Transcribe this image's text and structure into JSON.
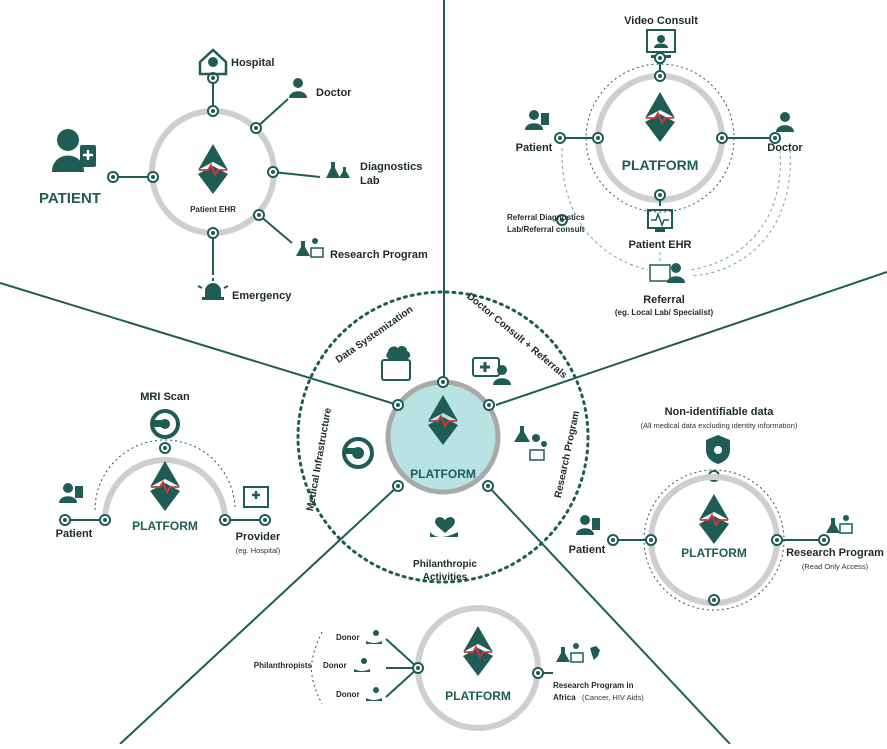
{
  "colors": {
    "teal": "#1f5c55",
    "teal_light": "#b9e3e2",
    "gray_ring": "#cfcfcf",
    "accent_red": "#d9343b",
    "text": "#1e2a2a"
  },
  "center": {
    "platform": "PLATFORM",
    "segments": [
      "Data Systemization",
      "Doctor Consult + Referrals",
      "Research Program",
      "Philanthropic Activities",
      "Medical Infrastructure"
    ],
    "philanthropic_line1": "Philanthropic",
    "philanthropic_line2": "Activities"
  },
  "top_left": {
    "patient": "PATIENT",
    "ehr": "Patient EHR",
    "hospital": "Hospital",
    "doctor": "Doctor",
    "diagnostics_line1": "Diagnostics",
    "diagnostics_line2": "Lab",
    "research": "Research Program",
    "emergency": "Emergency"
  },
  "top_right": {
    "video": "Video Consult",
    "patient": "Patient",
    "doctor": "Doctor",
    "platform": "PLATFORM",
    "referral_note_line1": "Referral Diagnostics",
    "referral_note_line2": "Lab/Referral consult",
    "ehr": "Patient EHR",
    "referral": "Referral",
    "referral_sub": "(eg. Local Lab/ Specialist)"
  },
  "left": {
    "mri": "MRI Scan",
    "patient": "Patient",
    "platform": "PLATFORM",
    "provider": "Provider",
    "provider_sub": "(eg. Hospital)"
  },
  "right": {
    "title": "Non-identifiable data",
    "subtitle": "(All medical data excluding identity information)",
    "patient": "Patient",
    "platform": "PLATFORM",
    "research": "Research Program",
    "research_sub": "(Read Only Access)"
  },
  "bottom": {
    "philanthropists": "Philanthropists",
    "donor1": "Donor",
    "donor2": "Donor",
    "donor3": "Donor",
    "platform": "PLATFORM",
    "research_line1": "Research Program in",
    "research_line2": "Africa",
    "research_sub": "(Cancer, HIV Aids)"
  }
}
